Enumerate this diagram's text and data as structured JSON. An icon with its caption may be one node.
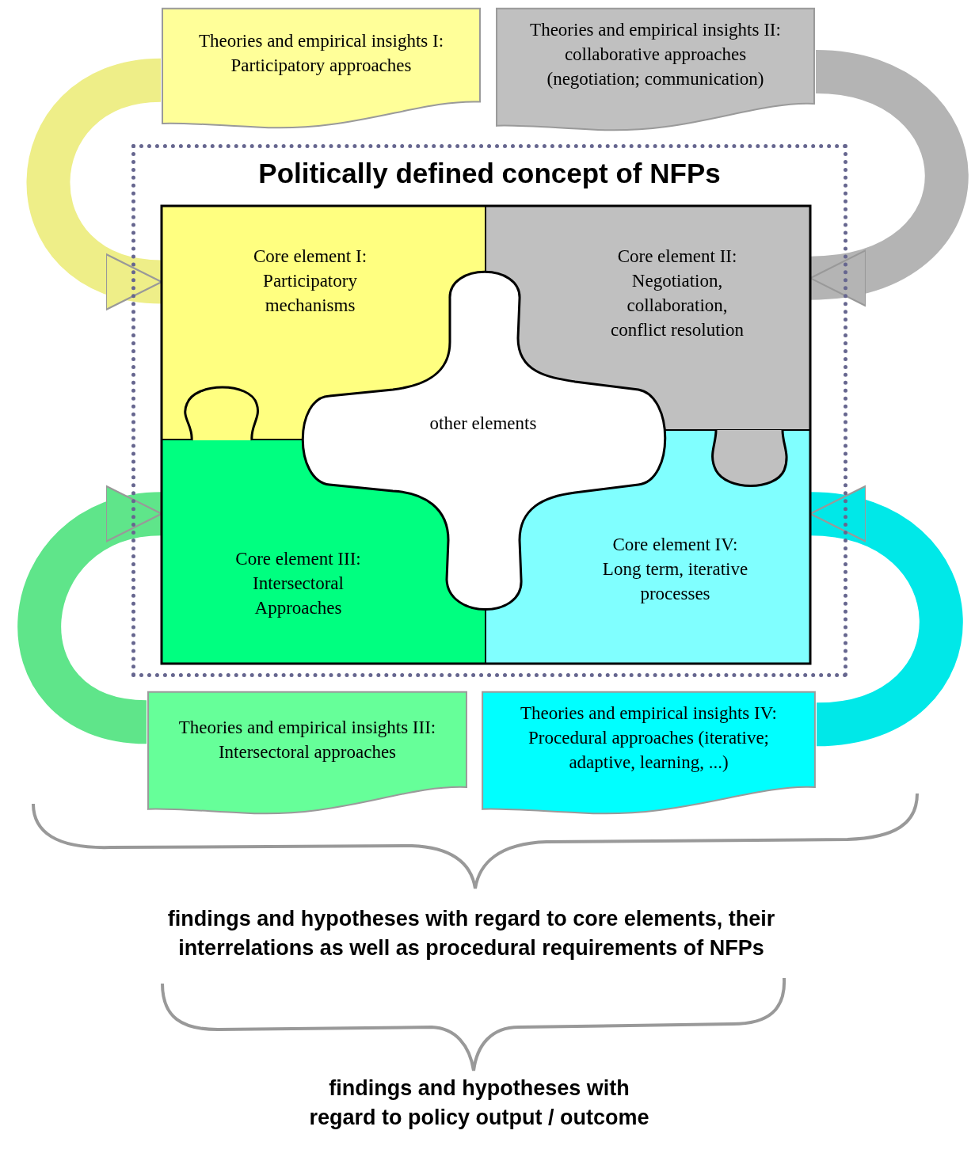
{
  "diagram": {
    "nodes": [
      {
        "text": [
          "Theories and empirical insights I: Participatory approaches"
        ]
      },
      {
        "text": [
          "Theories and empirical insights II: collaborative approaches (negotiation; communication)"
        ]
      },
      {
        "text": [
          "Politically defined concept of NFPs"
        ]
      },
      {
        "text": [
          "Core element I: Participatory mechanisms"
        ],
        "in": 2
      },
      {
        "text": [
          "Core element II: Negotiation, collaboration, conflict resolution"
        ],
        "in": 2
      },
      {
        "text": [
          "other elements"
        ],
        "in": 2
      },
      {
        "text": [
          "Core element III: Intersectoral Approaches"
        ],
        "in": 2
      },
      {
        "text": [
          "Core element IV: Long term, iterative processes"
        ],
        "in": 2
      },
      {
        "text": [
          "Theories and empirical insights III: Intersectoral approaches"
        ]
      },
      {
        "text": [
          "Theories and empirical insights IV: Procedural approaches (iterative; adaptive, learning, ...)"
        ]
      }
    ],
    "edges": [
      {
        "from": 0,
        "to": 3,
        "arrow": "to",
        "color": "#eeee88"
      },
      {
        "from": 1,
        "to": 4,
        "arrow": "to",
        "color": "#b4b4b4"
      },
      {
        "from": 8,
        "to": 6,
        "arrow": "to",
        "color": "#5fe58a"
      },
      {
        "from": 9,
        "to": 7,
        "arrow": "to",
        "color": "#00e8e8"
      }
    ],
    "labels": [
      "findings and hypotheses with regard to core elements, their interrelations as well as procedural requirements of NFPs",
      "findings and hypotheses with regard to policy output / outcome"
    ]
  }
}
